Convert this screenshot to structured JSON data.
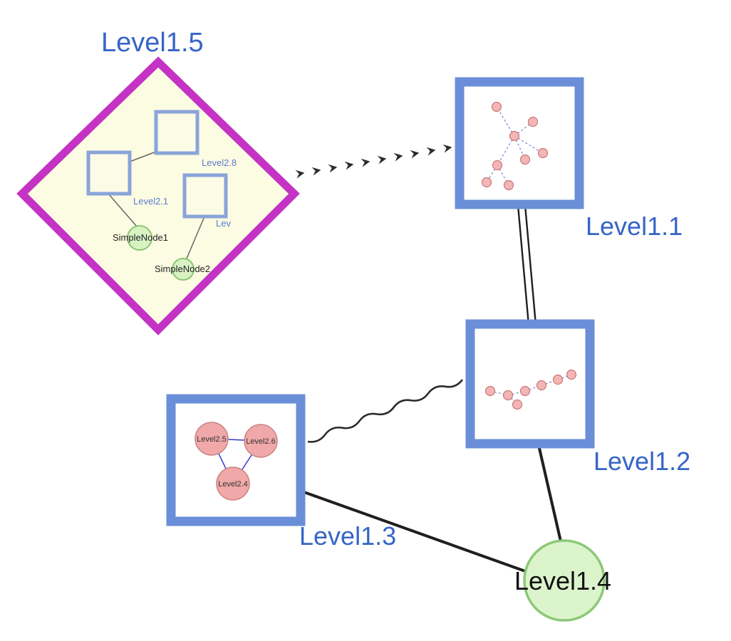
{
  "diagram": {
    "labels": {
      "level1_1": "Level1.1",
      "level1_2": "Level1.2",
      "level1_3": "Level1.3",
      "level1_4": "Level1.4",
      "level1_5": "Level1.5"
    },
    "group_level1_5": {
      "square_top_label": "Level2.8",
      "square_left_label": "Level2.1",
      "square_right_label": "Lev",
      "simple_node1": "SimpleNode1",
      "simple_node2": "SimpleNode2"
    },
    "group_level1_3": {
      "node_labels": [
        "Level2.5",
        "Level2.6",
        "Level2.4"
      ]
    },
    "colors": {
      "label_blue": "#3565C8",
      "diamond_stroke_magenta": "#C433C4",
      "diamond_fill_yellow": "#FCFCE2",
      "square_border_blue": "#6A8FD8",
      "green_node_fill": "#D8F2C4",
      "green_node_stroke": "#8CC473",
      "pink_node_fill": "#F3B6B6",
      "edge_black": "#1F1F1F",
      "mini_edge_blue": "#7788CC"
    }
  }
}
